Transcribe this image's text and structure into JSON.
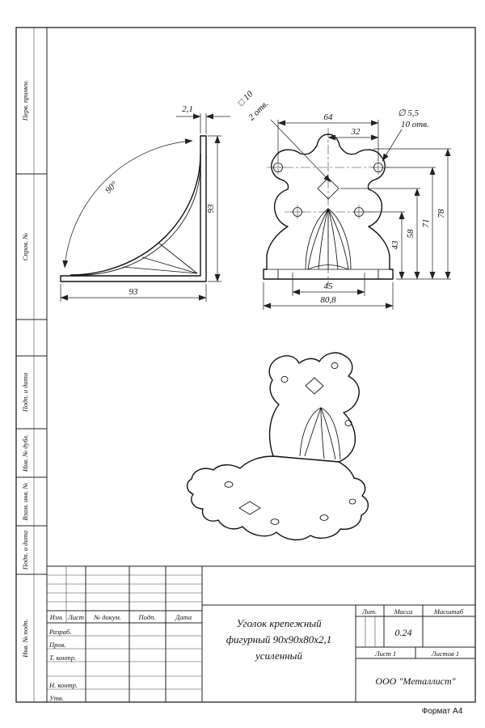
{
  "sheet": {
    "format_note": "Формат А4"
  },
  "margin": {
    "labels": [
      "Перв. примен.",
      "Справ. №",
      "Подп. и дата",
      "Инв. № дубл.",
      "Взам. инв. №",
      "Подп. и дата",
      "Инв. № подп."
    ]
  },
  "side_view": {
    "thickness": "2,1",
    "angle": "90°",
    "height": "93",
    "width": "93"
  },
  "front_view": {
    "square": "□ 10",
    "square_qty": "2 отв.",
    "dim_64": "64",
    "dim_32": "32",
    "dia": "∅ 5,5",
    "dia_qty": "10 отв.",
    "dim_78": "78",
    "dim_71": "71",
    "dim_58": "58",
    "dim_43": "43",
    "dim_45": "45",
    "dim_80_8": "80,8"
  },
  "title_block": {
    "cols": [
      "Изм.",
      "Лист",
      "№ докум.",
      "Подп.",
      "Дата"
    ],
    "rows": [
      "Разраб.",
      "Пров.",
      "Т. контр.",
      "Н. контр.",
      "Утв."
    ],
    "name_line1": "Уголок крепежный",
    "name_line2": "фигурный 90х90х80х2,1",
    "name_line3": "усиленный",
    "lit": "Лит.",
    "mass": "Масса",
    "scale": "Масштаб",
    "mass_value": "0.24",
    "sheet": "Лист 1",
    "sheets": "Листов 1",
    "company": "ООО \"Металлист\""
  }
}
